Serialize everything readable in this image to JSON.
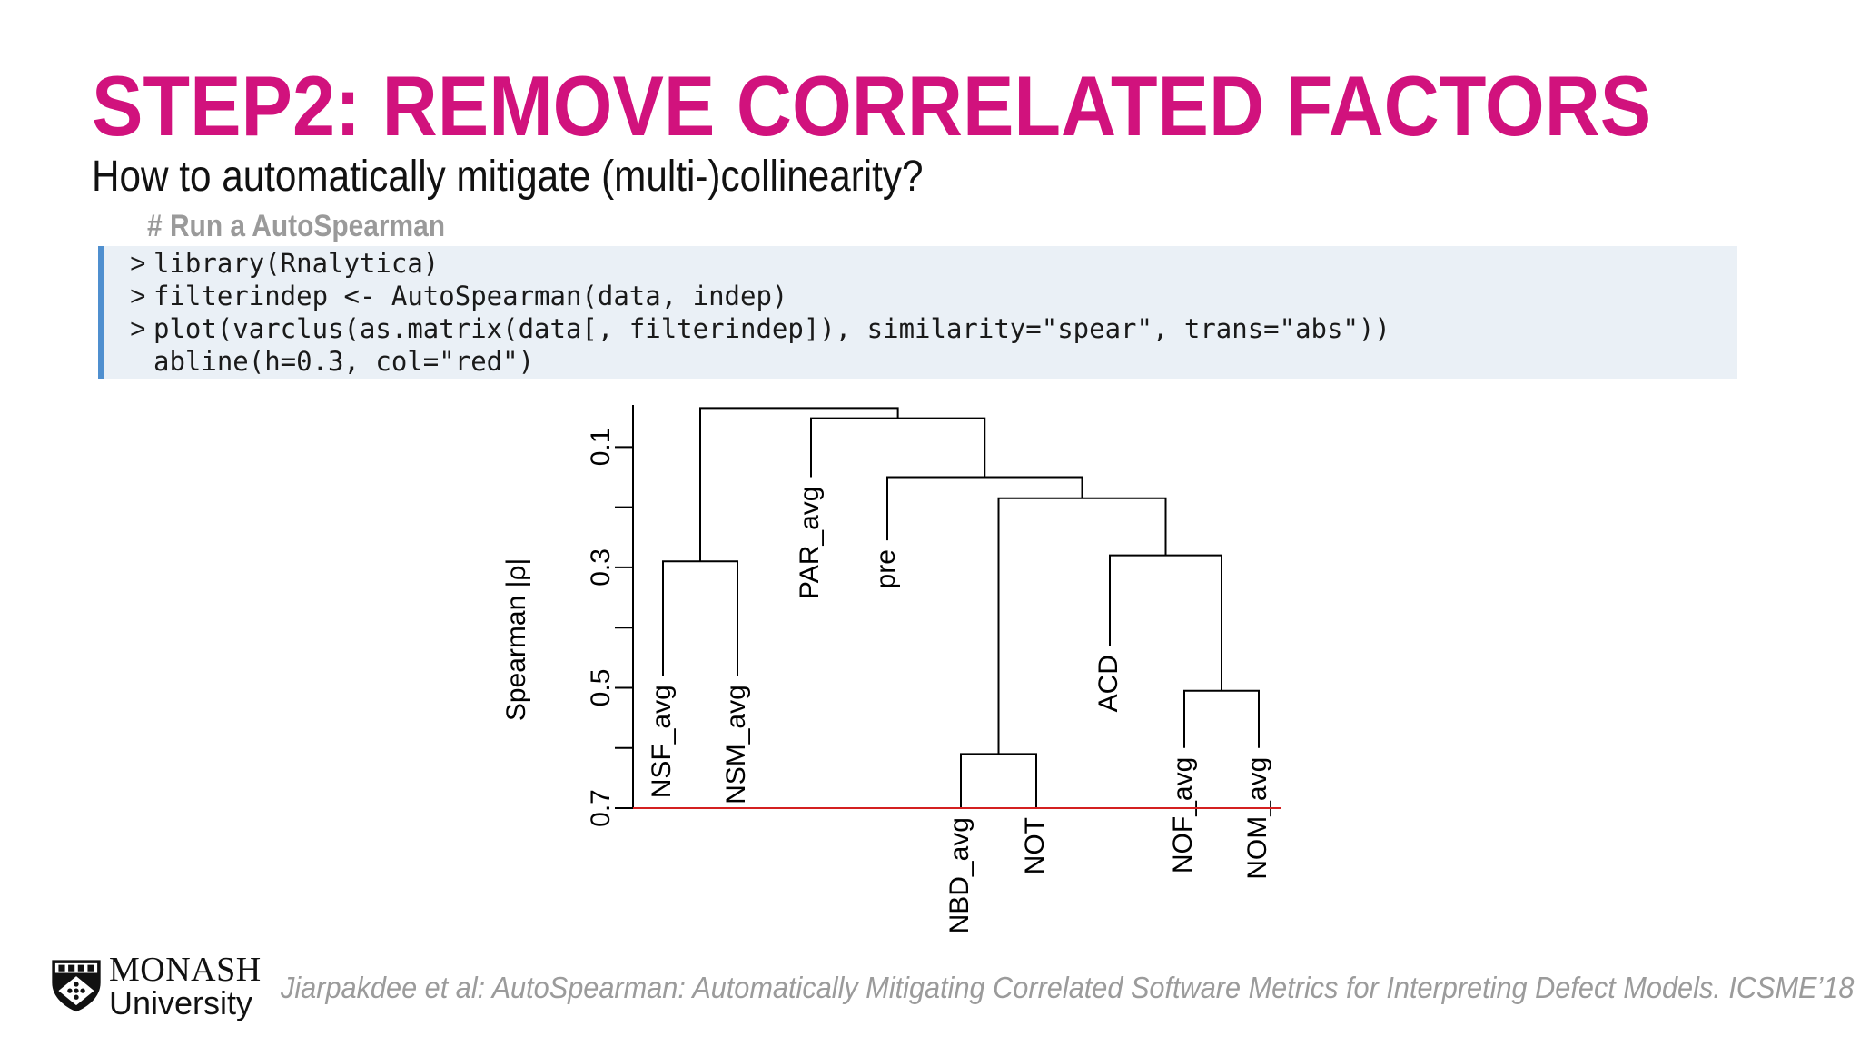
{
  "slide": {
    "title": "STEP2: REMOVE CORRELATED FACTORS",
    "subtitle": "How to automatically mitigate (multi-)collinearity?",
    "comment": "# Run a AutoSpearman",
    "code_lines": [
      {
        "prompt": ">",
        "code": "library(Rnalytica)"
      },
      {
        "prompt": ">",
        "code": "filterindep <- AutoSpearman(data, indep)"
      },
      {
        "prompt": ">",
        "code": "plot(varclus(as.matrix(data[, filterindep]), similarity=\"spear\", trans=\"abs\"))"
      },
      {
        "prompt": "",
        "code": "abline(h=0.3, col=\"red\")"
      }
    ]
  },
  "dendrogram": {
    "ylabel": "Spearman |ρ|",
    "ticks": [
      "0.1",
      "0.3",
      "0.5",
      "0.7"
    ],
    "tick_values": [
      0.1,
      0.3,
      0.5,
      0.7
    ],
    "y_range": [
      0.03,
      0.7
    ],
    "threshold": 0.7,
    "threshold_color": "#d42020",
    "leaves": [
      {
        "label": "NSF_avg",
        "h": 0.48
      },
      {
        "label": "NSM_avg",
        "h": 0.48
      },
      {
        "label": "PAR_avg",
        "h": 0.15
      },
      {
        "label": "pre",
        "h": 0.255
      },
      {
        "label": "NBD_avg",
        "h": 0.7
      },
      {
        "label": "NOT",
        "h": 0.7
      },
      {
        "label": "ACD",
        "h": 0.43
      },
      {
        "label": "NOF_avg",
        "h": 0.6
      },
      {
        "label": "NOM_avg",
        "h": 0.6
      }
    ],
    "merges": [
      {
        "a": "L0",
        "b": "L1",
        "h": 0.29
      },
      {
        "a": "L4",
        "b": "L5",
        "h": 0.61
      },
      {
        "a": "L7",
        "b": "L8",
        "h": 0.505
      },
      {
        "a": "L6",
        "b": "M2",
        "h": 0.28
      },
      {
        "a": "M1",
        "b": "M3",
        "h": 0.185
      },
      {
        "a": "L3",
        "b": "M4",
        "h": 0.15
      },
      {
        "a": "L2",
        "b": "M5",
        "h": 0.052
      },
      {
        "a": "M0",
        "b": "M6",
        "h": 0.035
      }
    ]
  },
  "footer": {
    "logo_line1": "MONASH",
    "logo_line2": "University",
    "citation": "Jiarpakdee et al: AutoSpearman: Automatically Mitigating Correlated Software Metrics for Interpreting Defect Models. ICSME’18"
  }
}
